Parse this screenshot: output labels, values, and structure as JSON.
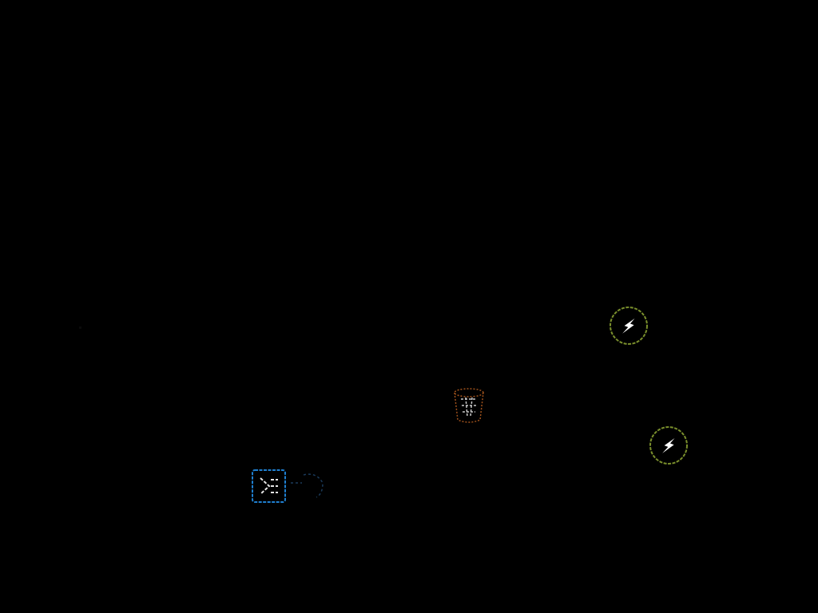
{
  "canvas": {
    "background": "#000000"
  },
  "nodes": [
    {
      "name": "lightning-node-1",
      "icon": "lightning-bolt-icon",
      "ring_color": "#7a8f2c"
    },
    {
      "name": "lightning-node-2",
      "icon": "lightning-bolt-icon",
      "ring_color": "#7a8f2c"
    },
    {
      "name": "bucket-node",
      "icon": "storage-bucket-icon",
      "color": "#a0521c"
    },
    {
      "name": "lambda-node",
      "icon": "lambda-function-icon",
      "border_color": "#1f7fd0"
    },
    {
      "name": "faint-node",
      "icon": "partial-shape-icon",
      "color": "#1a3a5a"
    }
  ]
}
